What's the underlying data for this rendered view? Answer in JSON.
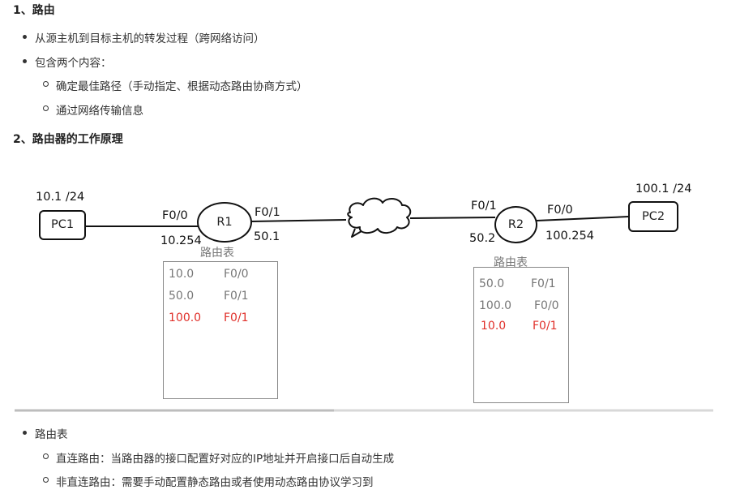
{
  "heading1": "1、路由",
  "bullets1": [
    "从源主机到目标主机的转发过程（跨网络访问）",
    "包含两个内容："
  ],
  "sub1": [
    "确定最佳路径（手动指定、根据动态路由协商方式）",
    "通过网络传输信息"
  ],
  "heading2": "2、路由器的工作原理",
  "diagram": {
    "pc1": {
      "label": "PC1",
      "ip": "10.1 /24"
    },
    "r1": {
      "label": "R1",
      "left_if": "F0/0",
      "left_ip": "10.254",
      "right_if": "F0/1",
      "right_ip": "50.1"
    },
    "r2": {
      "label": "R2",
      "left_if": "F0/1",
      "left_ip": "50.2",
      "right_if": "F0/0",
      "right_ip": "100.254"
    },
    "pc2": {
      "label": "PC2",
      "ip": "100.1 /24"
    },
    "table_title": "路由表",
    "r1_table": [
      {
        "net": "10.0",
        "iface": "F0/0",
        "highlight": false
      },
      {
        "net": "50.0",
        "iface": "F0/1",
        "highlight": false
      },
      {
        "net": "100.0",
        "iface": "F0/1",
        "highlight": true
      }
    ],
    "r2_table": [
      {
        "net": "50.0",
        "iface": "F0/1",
        "highlight": false
      },
      {
        "net": "100.0",
        "iface": "F0/0",
        "highlight": false
      },
      {
        "net": "10.0",
        "iface": "F0/1",
        "highlight": true
      }
    ],
    "highlight_color": "#e0302a"
  },
  "bullets2": [
    "路由表"
  ],
  "sub2": [
    "直连路由：当路由器的接口配置好对应的IP地址并开启接口后自动生成",
    "非直连路由：需要手动配置静态路由或者使用动态路由协议学习到"
  ]
}
